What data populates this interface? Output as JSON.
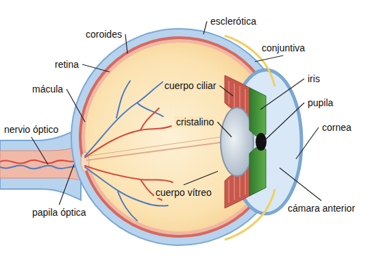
{
  "diagram": {
    "labels": [
      "coroides",
      "esclerótica",
      "retina",
      "conjuntiva",
      "mácula",
      "cuerpo ciliar",
      "iris",
      "pupila",
      "nervio óptico",
      "cristalino",
      "cornea",
      "cuerpo vítreo",
      "cámara anterior",
      "papila óptica"
    ]
  }
}
